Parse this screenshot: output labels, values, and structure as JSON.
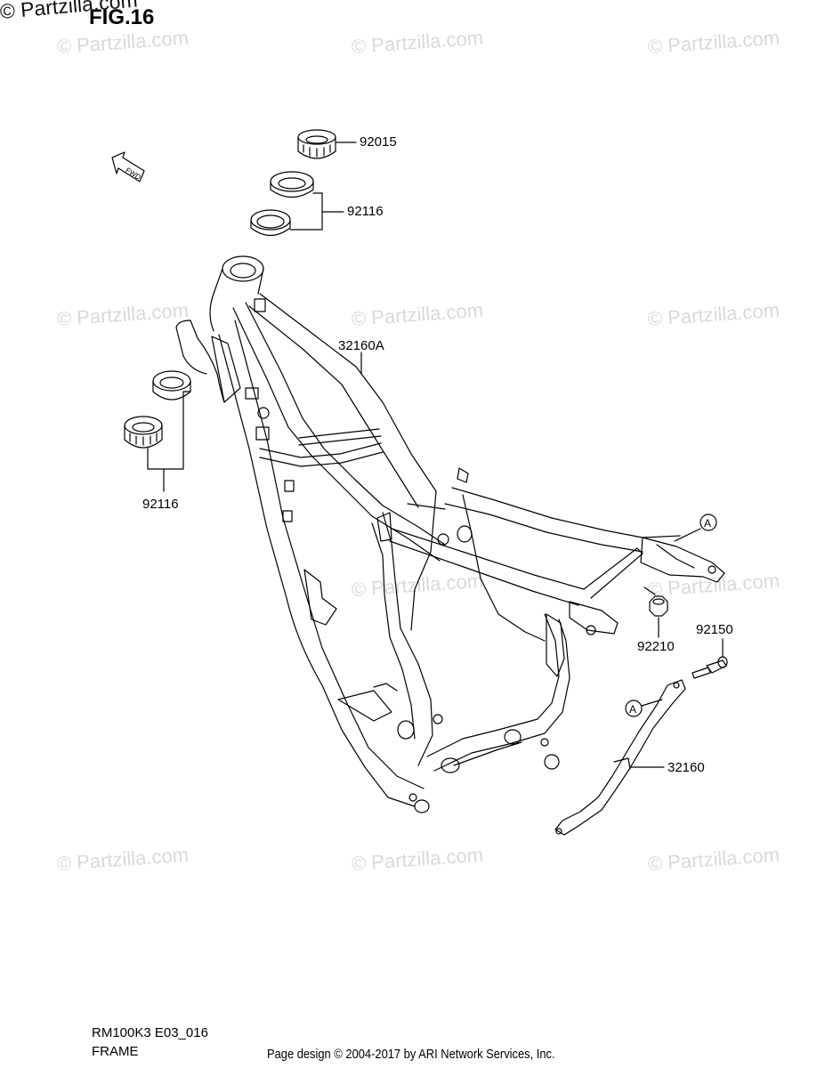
{
  "figure_title": "FIG.16",
  "watermarks": {
    "text": "© Partzilla.com",
    "main": "© Partzilla.com"
  },
  "direction_marker": {
    "text": "FWD"
  },
  "parts": {
    "p92015": "92015",
    "p92116_top": "92116",
    "p32160A": "32160A",
    "p92116_left": "92116",
    "p92210": "92210",
    "p92150": "92150",
    "p32160": "32160"
  },
  "reference_markers": {
    "a_right": "A",
    "a_left": "A"
  },
  "footer": {
    "code": "RM100K3 E03_016",
    "section": "FRAME",
    "credit": "Page design © 2004-2017 by ARI Network Services, Inc."
  }
}
